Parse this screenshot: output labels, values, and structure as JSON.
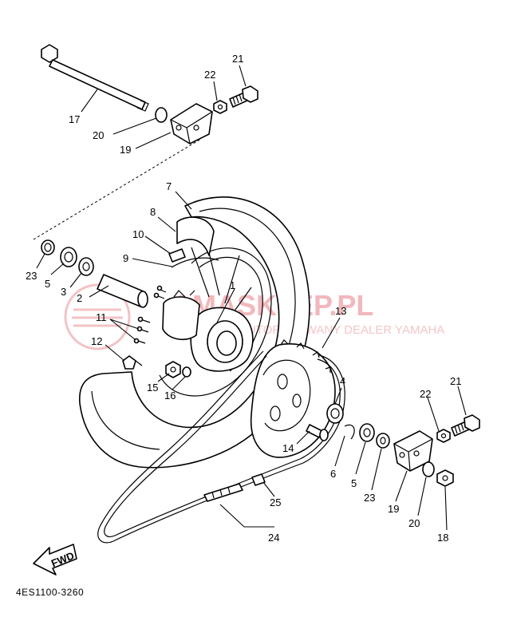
{
  "diagram": {
    "part_code": "4ES1100-3260",
    "fwd_label": "FWD",
    "watermark": {
      "brand": "AMASKLEP.PL",
      "tagline": "AUTORYZOWANY DEALER YAMAHA"
    },
    "labels": {
      "p1": "1",
      "p2": "2",
      "p3": "3",
      "p4": "4",
      "p5a": "5",
      "p5b": "5",
      "p6": "6",
      "p7": "7",
      "p8": "8",
      "p9": "9",
      "p10": "10",
      "p11": "11",
      "p12": "12",
      "p13": "13",
      "p14": "14",
      "p15": "15",
      "p16": "16",
      "p17": "17",
      "p18": "18",
      "p19a": "19",
      "p19b": "19",
      "p20a": "20",
      "p20b": "20",
      "p21a": "21",
      "p21b": "21",
      "p22a": "22",
      "p22b": "22",
      "p23a": "23",
      "p23b": "23",
      "p24": "24",
      "p25": "25"
    }
  }
}
